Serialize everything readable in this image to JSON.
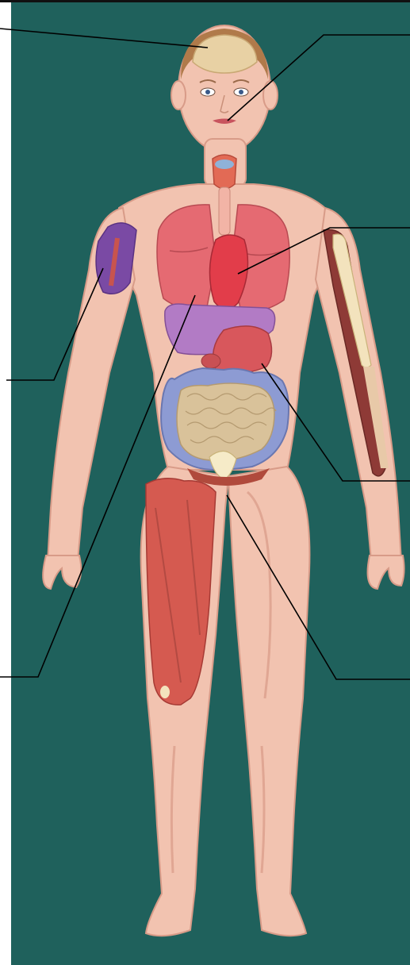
{
  "figure": {
    "subject": "human-anatomy-organ-systems",
    "labels": [],
    "colors": {
      "background": "#1f615c",
      "skin": "#f2c3b0",
      "skin_shadow": "#e0a693",
      "lungs": "#e56a72",
      "heart": "#e23d4a",
      "liver": "#b27bc5",
      "stomach": "#d8575c",
      "intestines": "#d9c29a",
      "colon": "#8d9bd3",
      "brain": "#e8d1a4",
      "muscle": "#c8544e",
      "bone": "#f3e3bd",
      "vein": "#7a4aa4",
      "leader_line": "#000000"
    },
    "callout_targets": [
      "brain",
      "mouth",
      "heart",
      "upper-arm-veins",
      "stomach",
      "liver",
      "groin"
    ]
  }
}
